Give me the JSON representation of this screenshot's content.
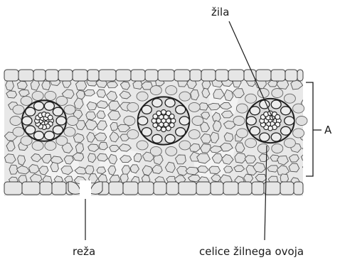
{
  "labels": {
    "vein": "žila",
    "section": "A",
    "stoma": "reža",
    "bundle_sheath": "celice žilnega ovoja"
  },
  "colors": {
    "cell_fill": "#e4e4e4",
    "cell_stroke": "#4a4a4a",
    "airspace": "#efefef",
    "sheath_stroke": "#1e1e1e",
    "line": "#1a1a1a"
  }
}
